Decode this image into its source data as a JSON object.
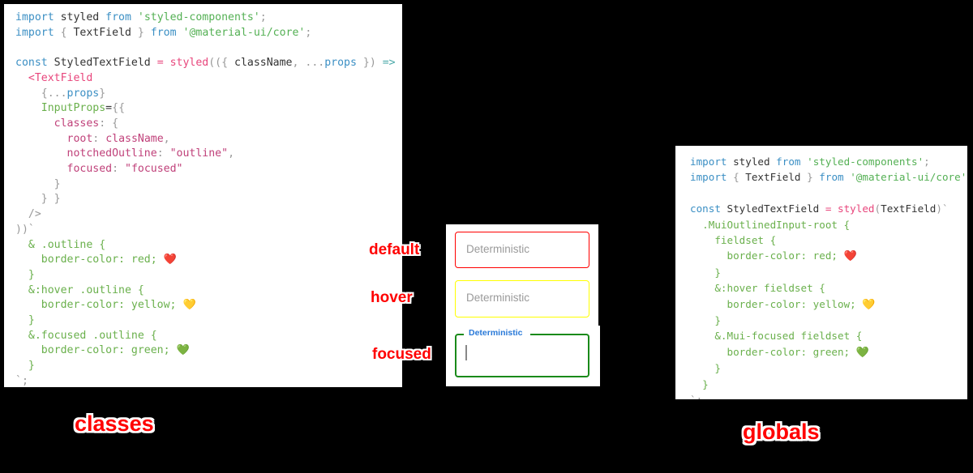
{
  "background_color": "#000000",
  "panels": {
    "classes": {
      "caption": "classes",
      "code_lines": [
        [
          {
            "t": "import",
            "c": "kw"
          },
          {
            "t": " styled ",
            "c": "plain"
          },
          {
            "t": "from",
            "c": "kw"
          },
          {
            "t": " ",
            "c": "plain"
          },
          {
            "t": "'styled-components'",
            "c": "str"
          },
          {
            "t": ";",
            "c": "pun"
          }
        ],
        [
          {
            "t": "import",
            "c": "kw"
          },
          {
            "t": " ",
            "c": "plain"
          },
          {
            "t": "{",
            "c": "pun"
          },
          {
            "t": " TextField ",
            "c": "plain"
          },
          {
            "t": "}",
            "c": "pun"
          },
          {
            "t": " ",
            "c": "plain"
          },
          {
            "t": "from",
            "c": "kw"
          },
          {
            "t": " ",
            "c": "plain"
          },
          {
            "t": "'@material-ui/core'",
            "c": "str"
          },
          {
            "t": ";",
            "c": "pun"
          }
        ],
        [],
        [
          {
            "t": "const",
            "c": "kw"
          },
          {
            "t": " StyledTextField ",
            "c": "plain"
          },
          {
            "t": "=",
            "c": "fn"
          },
          {
            "t": " ",
            "c": "plain"
          },
          {
            "t": "styled",
            "c": "fn"
          },
          {
            "t": "((",
            "c": "pun"
          },
          {
            "t": "{",
            "c": "pun"
          },
          {
            "t": " className",
            "c": "plain"
          },
          {
            "t": ",",
            "c": "pun"
          },
          {
            "t": " ...",
            "c": "pun"
          },
          {
            "t": "props",
            "c": "blu"
          },
          {
            "t": " ",
            "c": "plain"
          },
          {
            "t": "}",
            "c": "pun"
          },
          {
            "t": ")",
            "c": "pun"
          },
          {
            "t": " ",
            "c": "plain"
          },
          {
            "t": "=>",
            "c": "arrow"
          },
          {
            "t": " ",
            "c": "plain"
          },
          {
            "t": "(",
            "c": "pun"
          }
        ],
        [
          {
            "t": "  ",
            "c": "plain"
          },
          {
            "t": "<TextField",
            "c": "jsx"
          }
        ],
        [
          {
            "t": "    ",
            "c": "plain"
          },
          {
            "t": "{",
            "c": "pun"
          },
          {
            "t": "...",
            "c": "pun"
          },
          {
            "t": "props",
            "c": "blu"
          },
          {
            "t": "}",
            "c": "pun"
          }
        ],
        [
          {
            "t": "    ",
            "c": "plain"
          },
          {
            "t": "InputProps",
            "c": "grn"
          },
          {
            "t": "=",
            "c": "plain"
          },
          {
            "t": "{{",
            "c": "pun"
          }
        ],
        [
          {
            "t": "      ",
            "c": "plain"
          },
          {
            "t": "classes",
            "c": "prop"
          },
          {
            "t": ":",
            "c": "pun"
          },
          {
            "t": " ",
            "c": "plain"
          },
          {
            "t": "{",
            "c": "pun"
          }
        ],
        [
          {
            "t": "        ",
            "c": "plain"
          },
          {
            "t": "root",
            "c": "prop"
          },
          {
            "t": ":",
            "c": "pun"
          },
          {
            "t": " className",
            "c": "prop"
          },
          {
            "t": ",",
            "c": "pun"
          }
        ],
        [
          {
            "t": "        ",
            "c": "plain"
          },
          {
            "t": "notchedOutline",
            "c": "prop"
          },
          {
            "t": ":",
            "c": "pun"
          },
          {
            "t": " ",
            "c": "plain"
          },
          {
            "t": "\"outline\"",
            "c": "pstr"
          },
          {
            "t": ",",
            "c": "pun"
          }
        ],
        [
          {
            "t": "        ",
            "c": "plain"
          },
          {
            "t": "focused",
            "c": "prop"
          },
          {
            "t": ":",
            "c": "pun"
          },
          {
            "t": " ",
            "c": "plain"
          },
          {
            "t": "\"focused\"",
            "c": "pstr"
          }
        ],
        [
          {
            "t": "      ",
            "c": "plain"
          },
          {
            "t": "}",
            "c": "pun"
          }
        ],
        [
          {
            "t": "    ",
            "c": "plain"
          },
          {
            "t": "}",
            "c": "pun"
          },
          {
            "t": " ",
            "c": "plain"
          },
          {
            "t": "}",
            "c": "pun"
          }
        ],
        [
          {
            "t": "  ",
            "c": "plain"
          },
          {
            "t": "/>",
            "c": "pun"
          }
        ],
        [
          {
            "t": "))",
            "c": "pun"
          },
          {
            "t": "`",
            "c": "pun"
          }
        ],
        [
          {
            "t": "  ",
            "c": "plain"
          },
          {
            "t": "& .outline {",
            "c": "css"
          }
        ],
        [
          {
            "t": "    ",
            "c": "plain"
          },
          {
            "t": "border-color: red; ",
            "c": "css"
          },
          {
            "t": "❤️",
            "c": "heart"
          }
        ],
        [
          {
            "t": "  ",
            "c": "plain"
          },
          {
            "t": "}",
            "c": "css"
          }
        ],
        [
          {
            "t": "  ",
            "c": "plain"
          },
          {
            "t": "&:hover .outline {",
            "c": "css"
          }
        ],
        [
          {
            "t": "    ",
            "c": "plain"
          },
          {
            "t": "border-color: yellow; ",
            "c": "css"
          },
          {
            "t": "💛",
            "c": "heart"
          }
        ],
        [
          {
            "t": "  ",
            "c": "plain"
          },
          {
            "t": "}",
            "c": "css"
          }
        ],
        [
          {
            "t": "  ",
            "c": "plain"
          },
          {
            "t": "&.focused .outline {",
            "c": "css"
          }
        ],
        [
          {
            "t": "    ",
            "c": "plain"
          },
          {
            "t": "border-color: green; ",
            "c": "css"
          },
          {
            "t": "💚",
            "c": "heart"
          }
        ],
        [
          {
            "t": "  ",
            "c": "plain"
          },
          {
            "t": "}",
            "c": "css"
          }
        ],
        [
          {
            "t": "`",
            "c": "pun"
          },
          {
            "t": ";",
            "c": "pun"
          }
        ]
      ]
    },
    "globals": {
      "caption": "globals",
      "code_lines": [
        [
          {
            "t": "import",
            "c": "kw"
          },
          {
            "t": " styled ",
            "c": "plain"
          },
          {
            "t": "from",
            "c": "kw"
          },
          {
            "t": " ",
            "c": "plain"
          },
          {
            "t": "'styled-components'",
            "c": "str"
          },
          {
            "t": ";",
            "c": "pun"
          }
        ],
        [
          {
            "t": "import",
            "c": "kw"
          },
          {
            "t": " ",
            "c": "plain"
          },
          {
            "t": "{",
            "c": "pun"
          },
          {
            "t": " TextField ",
            "c": "plain"
          },
          {
            "t": "}",
            "c": "pun"
          },
          {
            "t": " ",
            "c": "plain"
          },
          {
            "t": "from",
            "c": "kw"
          },
          {
            "t": " ",
            "c": "plain"
          },
          {
            "t": "'@material-ui/core'",
            "c": "str"
          },
          {
            "t": ";",
            "c": "pun"
          }
        ],
        [],
        [
          {
            "t": "const",
            "c": "kw"
          },
          {
            "t": " StyledTextField ",
            "c": "plain"
          },
          {
            "t": "=",
            "c": "fn"
          },
          {
            "t": " ",
            "c": "plain"
          },
          {
            "t": "styled",
            "c": "fn"
          },
          {
            "t": "(",
            "c": "pun"
          },
          {
            "t": "TextField",
            "c": "plain"
          },
          {
            "t": ")",
            "c": "pun"
          },
          {
            "t": "`",
            "c": "pun"
          }
        ],
        [
          {
            "t": "  ",
            "c": "plain"
          },
          {
            "t": ".MuiOutlinedInput-root {",
            "c": "css"
          }
        ],
        [
          {
            "t": "    ",
            "c": "plain"
          },
          {
            "t": "fieldset {",
            "c": "css"
          }
        ],
        [
          {
            "t": "      ",
            "c": "plain"
          },
          {
            "t": "border-color: red; ",
            "c": "css"
          },
          {
            "t": "❤️",
            "c": "heart"
          }
        ],
        [
          {
            "t": "    ",
            "c": "plain"
          },
          {
            "t": "}",
            "c": "css"
          }
        ],
        [
          {
            "t": "    ",
            "c": "plain"
          },
          {
            "t": "&:hover fieldset {",
            "c": "css"
          }
        ],
        [
          {
            "t": "      ",
            "c": "plain"
          },
          {
            "t": "border-color: yellow; ",
            "c": "css"
          },
          {
            "t": "💛",
            "c": "heart"
          }
        ],
        [
          {
            "t": "    ",
            "c": "plain"
          },
          {
            "t": "}",
            "c": "css"
          }
        ],
        [
          {
            "t": "    ",
            "c": "plain"
          },
          {
            "t": "&.Mui-focused fieldset {",
            "c": "css"
          }
        ],
        [
          {
            "t": "      ",
            "c": "plain"
          },
          {
            "t": "border-color: green; ",
            "c": "css"
          },
          {
            "t": "💚",
            "c": "heart"
          }
        ],
        [
          {
            "t": "    ",
            "c": "plain"
          },
          {
            "t": "}",
            "c": "css"
          }
        ],
        [
          {
            "t": "  ",
            "c": "plain"
          },
          {
            "t": "}",
            "c": "css"
          }
        ],
        [
          {
            "t": "`",
            "c": "pun"
          },
          {
            "t": ";",
            "c": "pun"
          }
        ]
      ]
    }
  },
  "demo": {
    "fields": [
      {
        "state": "default",
        "label": "Deterministic",
        "border_color": "#ff0000",
        "annotation": "default"
      },
      {
        "state": "hover",
        "label": "Deterministic",
        "border_color": "#ffff00",
        "annotation": "hover"
      },
      {
        "state": "focused",
        "label": "Deterministic",
        "border_color": "#1a8a1a",
        "annotation": "focused",
        "label_color": "#2979d8",
        "value": ""
      }
    ]
  },
  "colors": {
    "red": "#ff0000",
    "yellow": "#ffff00",
    "green": "#1a8a1a",
    "annotation": "#ff0000",
    "label_blue": "#2979d8"
  }
}
